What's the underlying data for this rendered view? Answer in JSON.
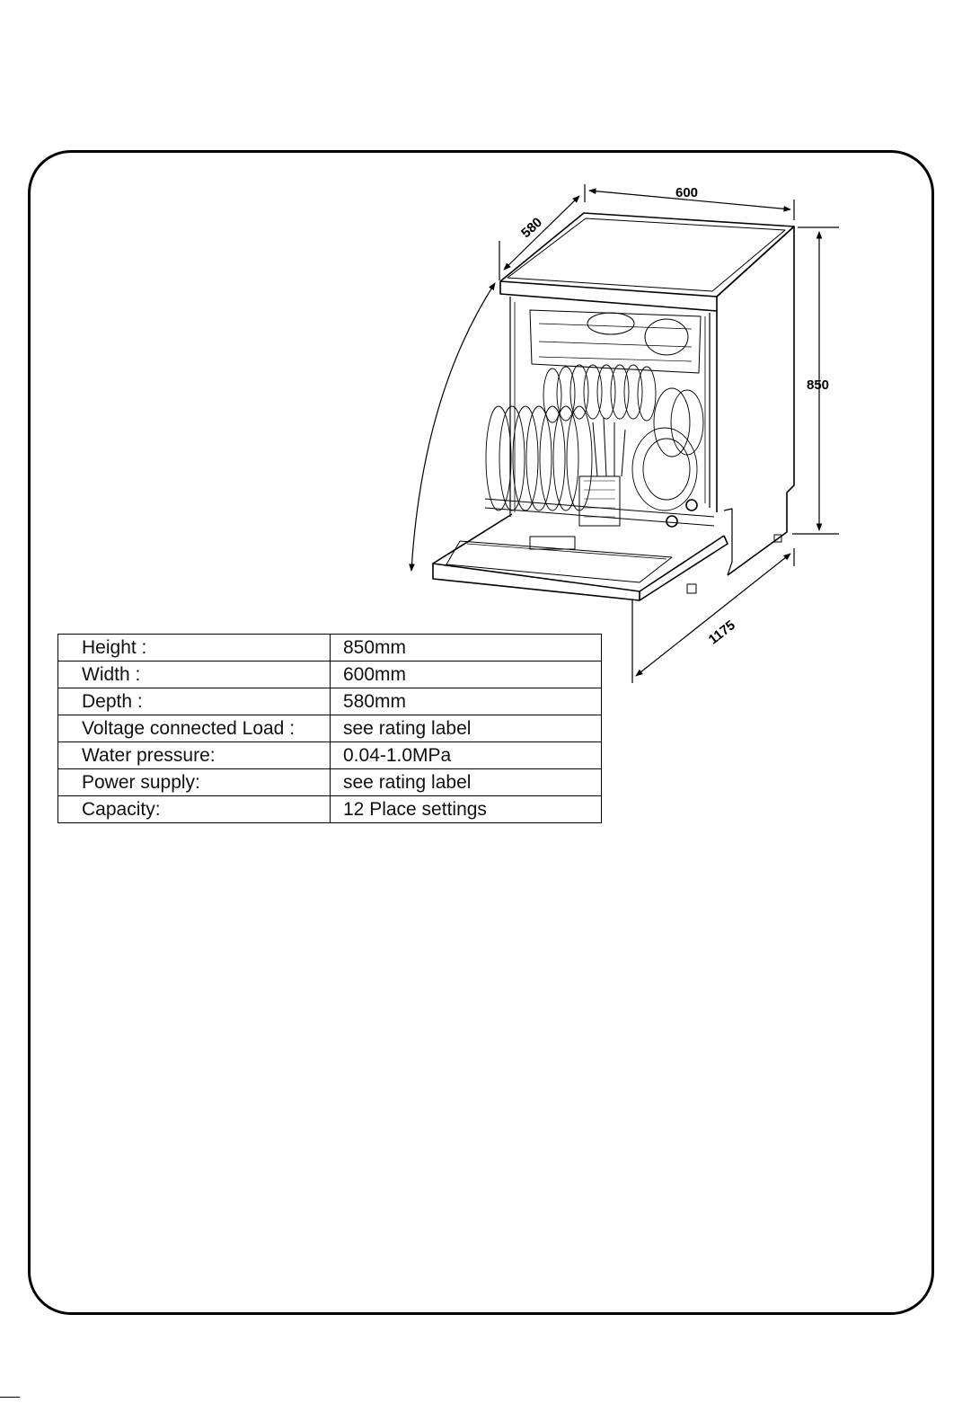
{
  "figure": {
    "dimensions": {
      "width": "600",
      "depth": "580",
      "height": "850",
      "door_open_depth": "1175"
    }
  },
  "specs": [
    {
      "label": "Height :",
      "value": "850mm"
    },
    {
      "label": "Width :",
      "value": "600mm"
    },
    {
      "label": "Depth :",
      "value": "580mm"
    },
    {
      "label": "Voltage connected Load :",
      "value": "see rating label"
    },
    {
      "label": "Water pressure:",
      "value": "0.04-1.0MPa"
    },
    {
      "label": "Power supply:",
      "value": "see rating label"
    },
    {
      "label": "Capacity:",
      "value": "12 Place settings"
    }
  ]
}
